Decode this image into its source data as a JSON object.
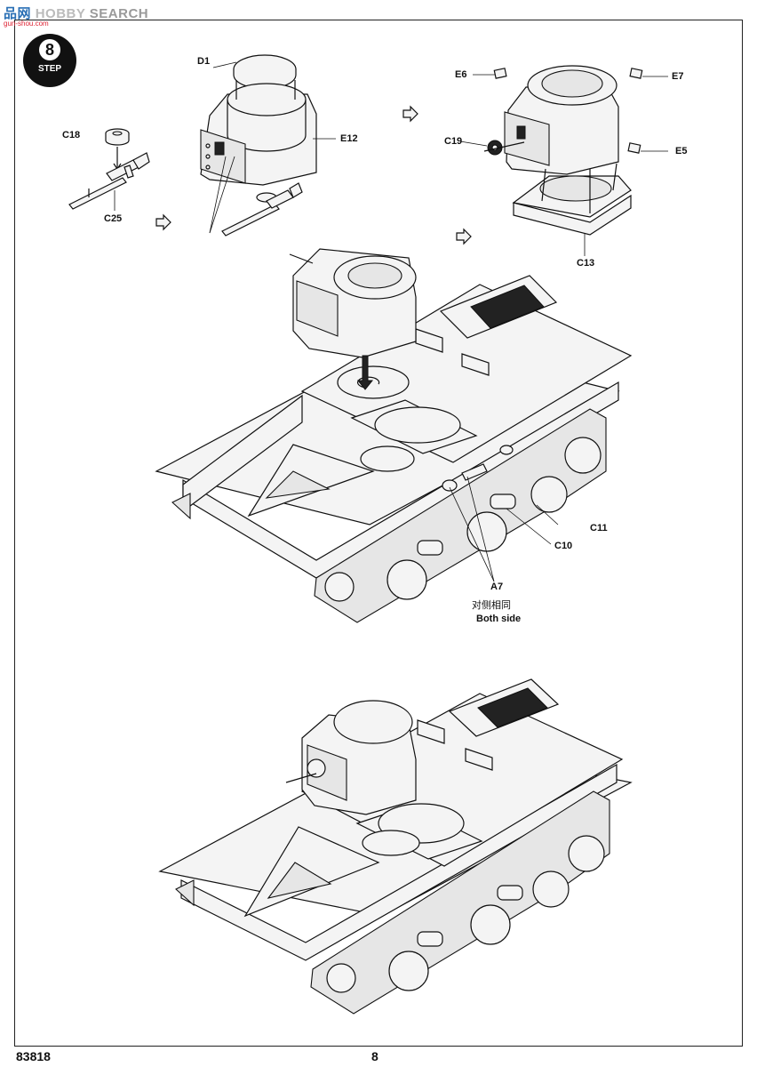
{
  "watermark": {
    "logo": "品网",
    "hobby": "HOBBY",
    "search": "SEARCH",
    "url": "gun-shou.com"
  },
  "step": {
    "number": "8",
    "label": "STEP"
  },
  "parts": {
    "d1": "D1",
    "e12": "E12",
    "c18": "C18",
    "c25": "C25",
    "e6": "E6",
    "e7": "E7",
    "e5": "E5",
    "c19": "C19",
    "c13": "C13",
    "c11": "C11",
    "c10": "C10",
    "a7": "A7"
  },
  "note": {
    "chinese": "对侧相同",
    "english": "Both side"
  },
  "footer": {
    "kit_number": "83818",
    "page_number": "8"
  }
}
